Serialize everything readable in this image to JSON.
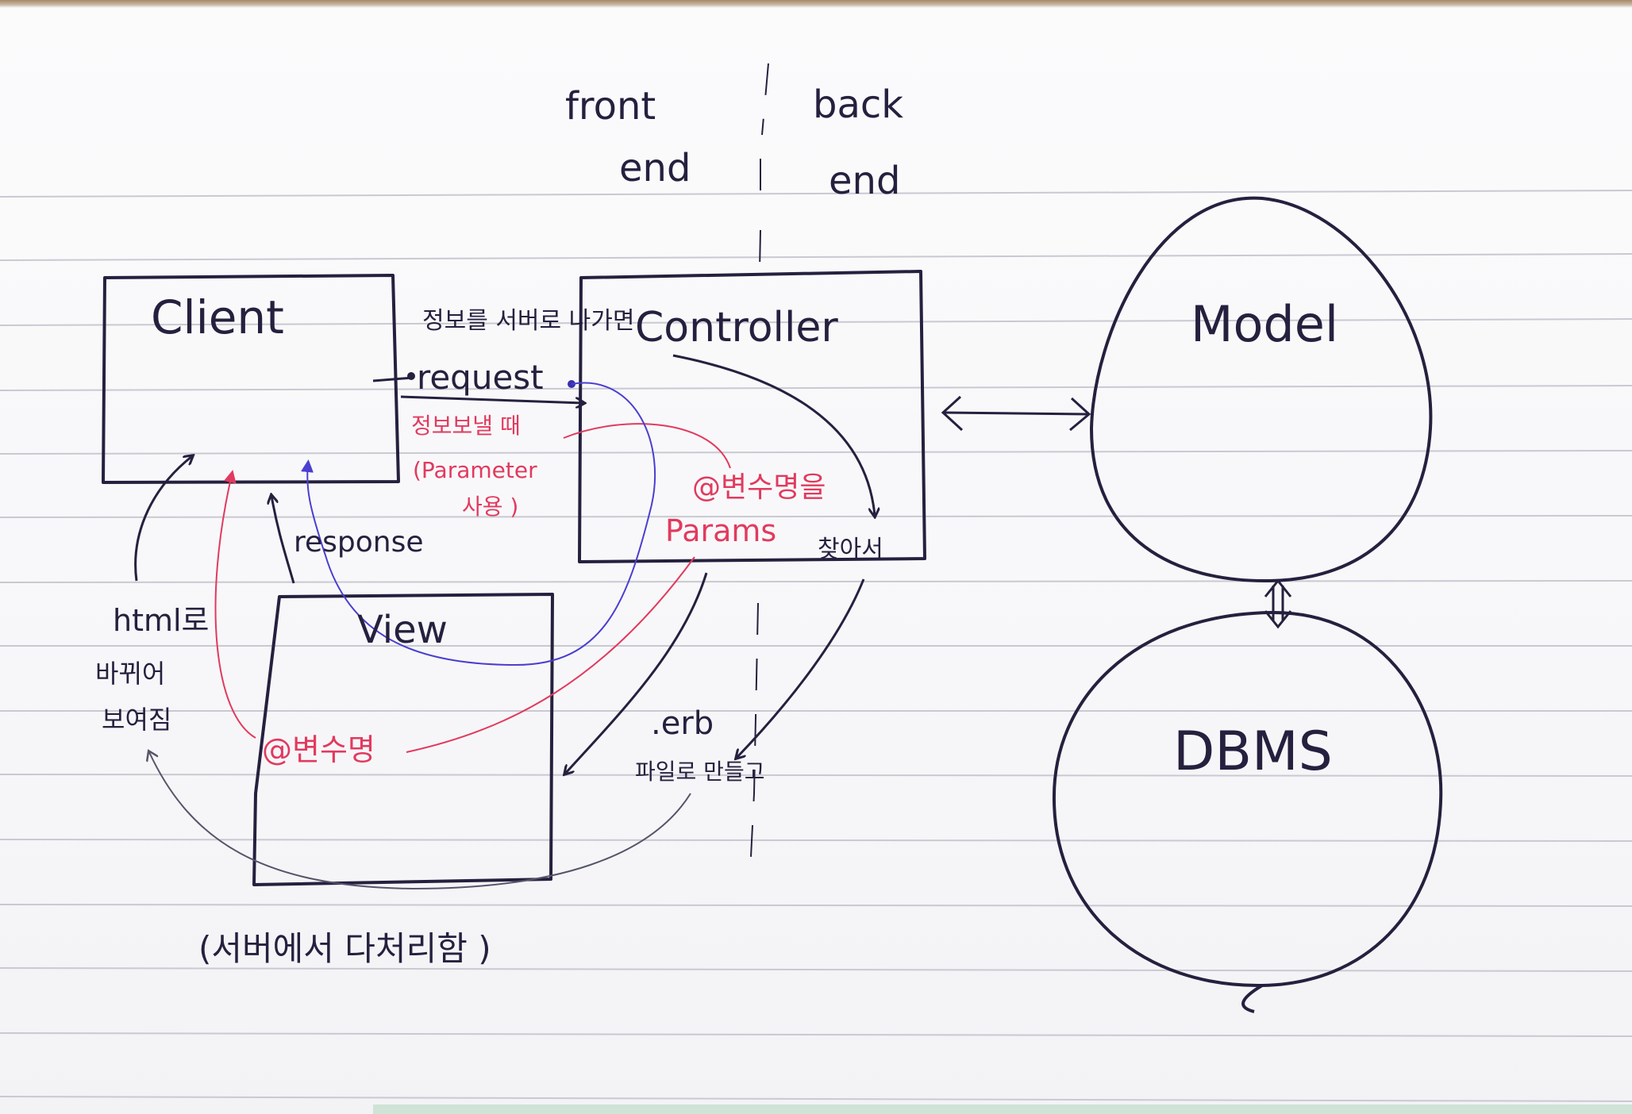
{
  "labels": {
    "front": "front",
    "front_end": "end",
    "back": "back",
    "back_end": "end",
    "client": "Client",
    "controller": "Controller",
    "view": "View",
    "model": "Model",
    "dbms": "DBMS",
    "request": "request",
    "response": "response",
    "send_info_to_server": "정보를 서버로 나가면",
    "when_sending_info": "정보보낼 때",
    "parameter_use_open": "(Parameter",
    "parameter_use_close": "사용 )",
    "var_name_controller": "@변수명을",
    "params": "Params",
    "find_and": "찾아서",
    "erb": ".erb",
    "make_file": "파일로 만들고",
    "html_line1": "html로",
    "html_line2": "바뀌어",
    "html_line3": "보여짐",
    "var_name_view": "@변수명",
    "server_note": "(서버에서 다처리함 )"
  },
  "colors": {
    "ink": "#26203f",
    "red_ink": "#e23a5e",
    "blue_ink": "#4a3fd0",
    "rule_line": "#c9c9d2",
    "gray_ink": "#55556a"
  }
}
